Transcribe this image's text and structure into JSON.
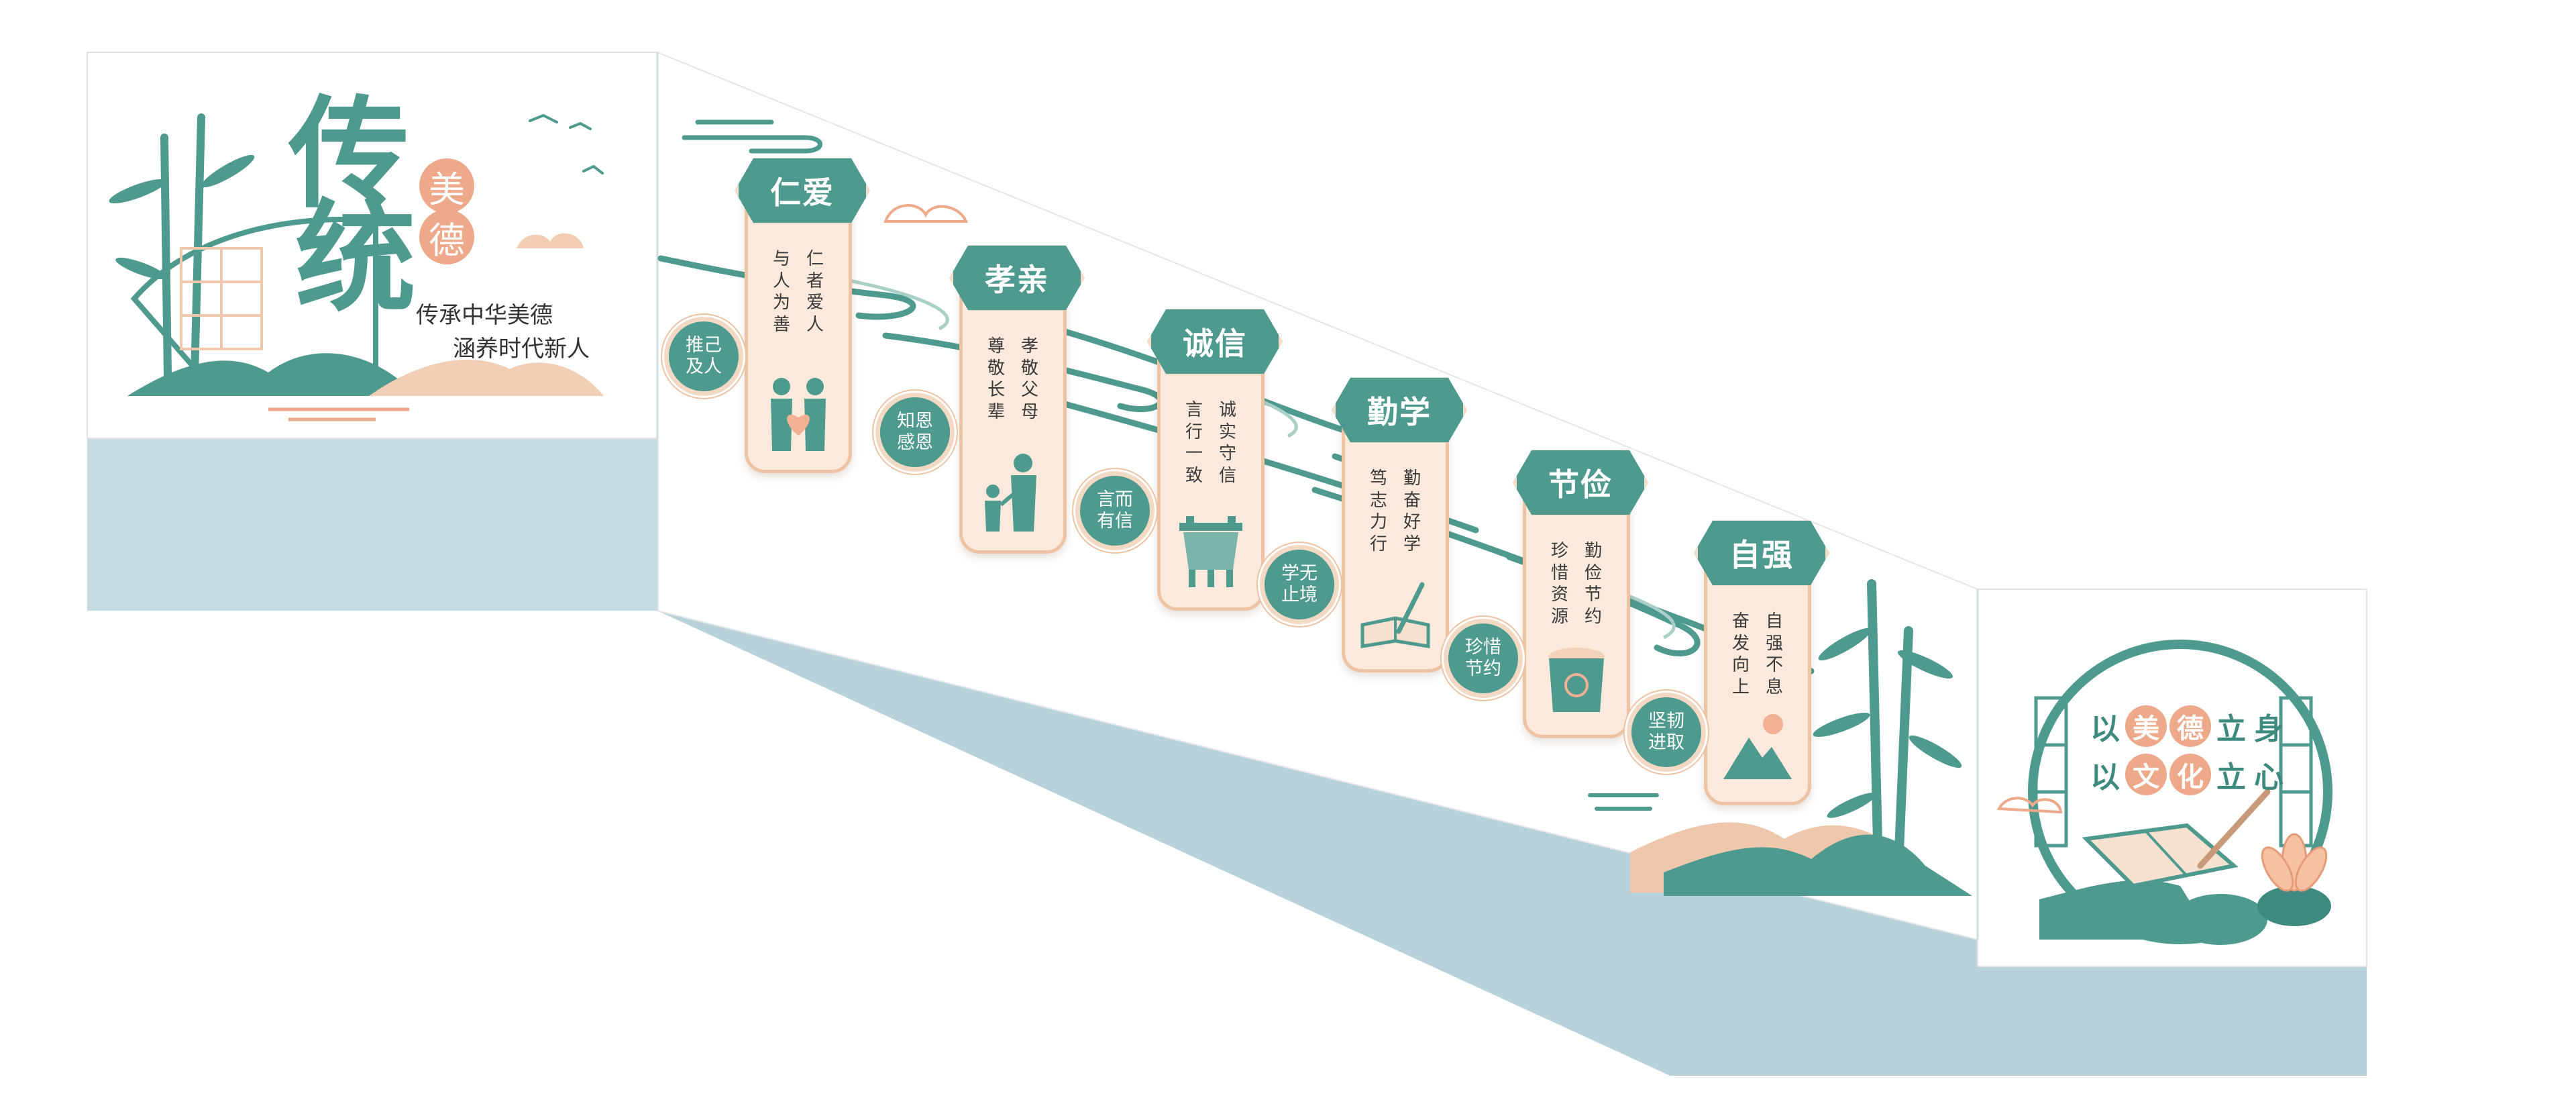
{
  "colors": {
    "teal": "#4e9a8e",
    "peach": "#eda98a",
    "wall": "#bdd5de",
    "cream": "#fbe9dc"
  },
  "left_panel": {
    "title_char_1": "传",
    "title_char_2": "统",
    "seal_char_1": "美",
    "seal_char_2": "德",
    "slogan_line_1": "传承中华美德",
    "slogan_line_2": "涵养时代新人"
  },
  "banners": [
    {
      "title": "仁爱",
      "col_right": "仁者爱人",
      "col_left": "与人为善",
      "icon": "couple-heart-icon"
    },
    {
      "title": "孝亲",
      "col_right": "孝敬父母",
      "col_left": "尊敬长辈",
      "icon": "parent-child-icon"
    },
    {
      "title": "诚信",
      "col_right": "诚实守信",
      "col_left": "言行一致",
      "icon": "bronze-ding-icon"
    },
    {
      "title": "勤学",
      "col_right": "勤奋好学",
      "col_left": "笃志力行",
      "icon": "book-brush-icon"
    },
    {
      "title": "节俭",
      "col_right": "勤俭节约",
      "col_left": "珍惜资源",
      "icon": "rice-bowl-icon"
    },
    {
      "title": "自强",
      "col_right": "自强不息",
      "col_left": "奋发向上",
      "icon": "mountain-sun-icon"
    }
  ],
  "badges": [
    {
      "line1": "推己",
      "line2": "及人"
    },
    {
      "line1": "知恩",
      "line2": "感恩"
    },
    {
      "line1": "言而",
      "line2": "有信"
    },
    {
      "line1": "学无",
      "line2": "止境"
    },
    {
      "line1": "珍惜",
      "line2": "节约"
    },
    {
      "line1": "坚韧",
      "line2": "进取"
    }
  ],
  "right_panel": {
    "motto_1": {
      "a": "以",
      "b": "美",
      "c": "德",
      "d": "立",
      "e": "身"
    },
    "motto_2": {
      "a": "以",
      "b": "文",
      "c": "化",
      "d": "立",
      "e": "心"
    }
  }
}
